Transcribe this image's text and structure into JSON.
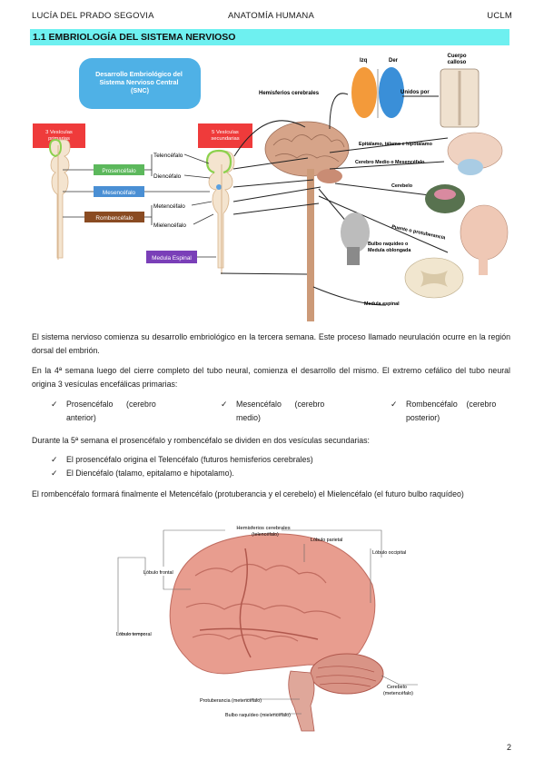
{
  "header": {
    "left": "LUCÍA DEL PRADO SEGOVIA",
    "center": "ANATOMÍA HUMANA",
    "right": "UCLM"
  },
  "section_title": "1.1 EMBRIOLOGÍA DEL SISTEMA NERVIOSO",
  "figure1": {
    "snc_box": "Desarrollo Embriológico del Sistema Nervioso Central (SNC)",
    "primary_box": "3 Vesículas primarias",
    "secondary_box": "5 Vesículas secundarias",
    "prosencefalo": "Prosencéfalo",
    "mesencefalo": "Mesencéfalo",
    "rombencefalo": "Rombencéfalo",
    "medula_espinal": "Medula Espinal",
    "telencefalo": "Telencéfalo",
    "diencefalo": "Diencéfalo",
    "metencefalo": "Metencéfalo",
    "mielencefalo": "Mielencéfalo",
    "hemisferios": "Hemisferios cerebrales",
    "izq": "Izq",
    "der": "Der",
    "unidos_por": "Unidos por",
    "cuerpo_calloso": "Cuerpo calloso",
    "epitalamo": "Epitálamo, tálamo e hipotálamo",
    "cerebro_medio": "Cerebro Medio o Mesencéfalo",
    "cerebelo": "Cerebelo",
    "puente": "Puente o protuberancia",
    "bulbo": "Bulbo raquídeo o Medula oblongada",
    "medula_espinal2": "Medula espinal"
  },
  "paragraphs": {
    "p1": "El sistema nervioso comienza su desarrollo embriológico en la tercera semana. Este proceso llamado neurulación ocurre en la región dorsal del embrión.",
    "p2": "En la 4ª semana luego del cierre completo del tubo neural, comienza el desarrollo del mismo. El extremo cefálico del tubo neural origina 3 vesículas encefálicas primarias:",
    "p3": "Durante la 5ª semana el prosencéfalo y rombencéfalo se dividen en dos vesículas secundarias:",
    "p4": "El rombencéfalo formará finalmente el Metencéfalo (protuberancia y el cerebelo) el Mielencéfalo (el futuro bulbo raquídeo)"
  },
  "primary_list": [
    {
      "a": "Prosencéfalo      (cerebro",
      "b": "anterior)"
    },
    {
      "a": "Mesencéfalo      (cerebro",
      "b": "medio)"
    },
    {
      "a": "Rombencéfalo    (cerebro",
      "b": "posterior)"
    }
  ],
  "secondary_list": [
    "El prosencéfalo origina el Telencéfalo (futuros hemisferios cerebrales)",
    "El Diencéfalo (talamo, epitalamo e hipotalamo)."
  ],
  "check": "✓",
  "figure2": {
    "hemisferios": "Hemisferios cerebrales",
    "telencefalo": "(telencéfalo)",
    "parietal": "Lóbulo parietal",
    "frontal": "Lóbulo frontal",
    "occipital": "Lóbulo occipital",
    "temporal": "Lóbulo temporal",
    "cerebelo": "Cerebelo",
    "metencefalo": "(metencéfalo)",
    "protuberancia": "Protuberancia (metencéfalo)",
    "bulbo": "Bulbo raquídeo (mielencéfalo)"
  },
  "page_number": "2"
}
